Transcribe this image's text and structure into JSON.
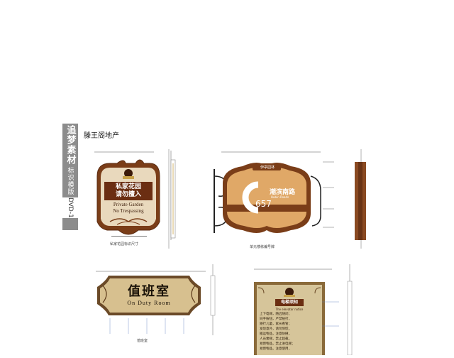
{
  "sidebar": {
    "title": "追梦素材",
    "subtitle": "标识模版",
    "disc": "DVD-1"
  },
  "project_name": "滕王阁地产",
  "signs": {
    "garden": {
      "line1": "私家花园",
      "line2": "请勿擅入",
      "en1": "Private Garden",
      "en2": "No Trespassing"
    },
    "hanging": {
      "logo_letter": "C",
      "brand_cn": "潮滨南路",
      "brand_en": "Hubin Roads",
      "number": "657",
      "top_badge": "伊亭园林"
    },
    "duty": {
      "title": "值班室",
      "en": "On Duty Room"
    },
    "elevator": {
      "title": "电梯须知",
      "en": "The elevator notice",
      "rules": [
        "上下电梯，随启随闭；",
        "同手按钮，严禁拍打，",
        "随行儿童，家长看管；",
        "发现意外，请勿惊慌，",
        "搬运物品，注意防撞，",
        "人员乘梯，禁止超载，",
        "易燃物品，禁止进电梯；",
        "易燃物品，注意使用，"
      ]
    }
  }
}
